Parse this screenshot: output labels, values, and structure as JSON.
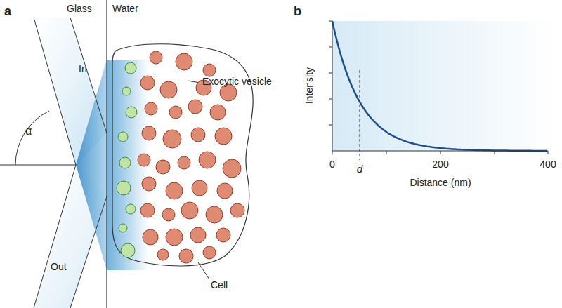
{
  "diagram": {
    "labels": [
      "a",
      "Glass",
      "Water",
      "In",
      "α",
      "Exocytic vesicle",
      "Out",
      "Cell",
      "b",
      "Intensity",
      "0",
      "200",
      "400",
      "d",
      "Distance (nm)"
    ]
  }
}
